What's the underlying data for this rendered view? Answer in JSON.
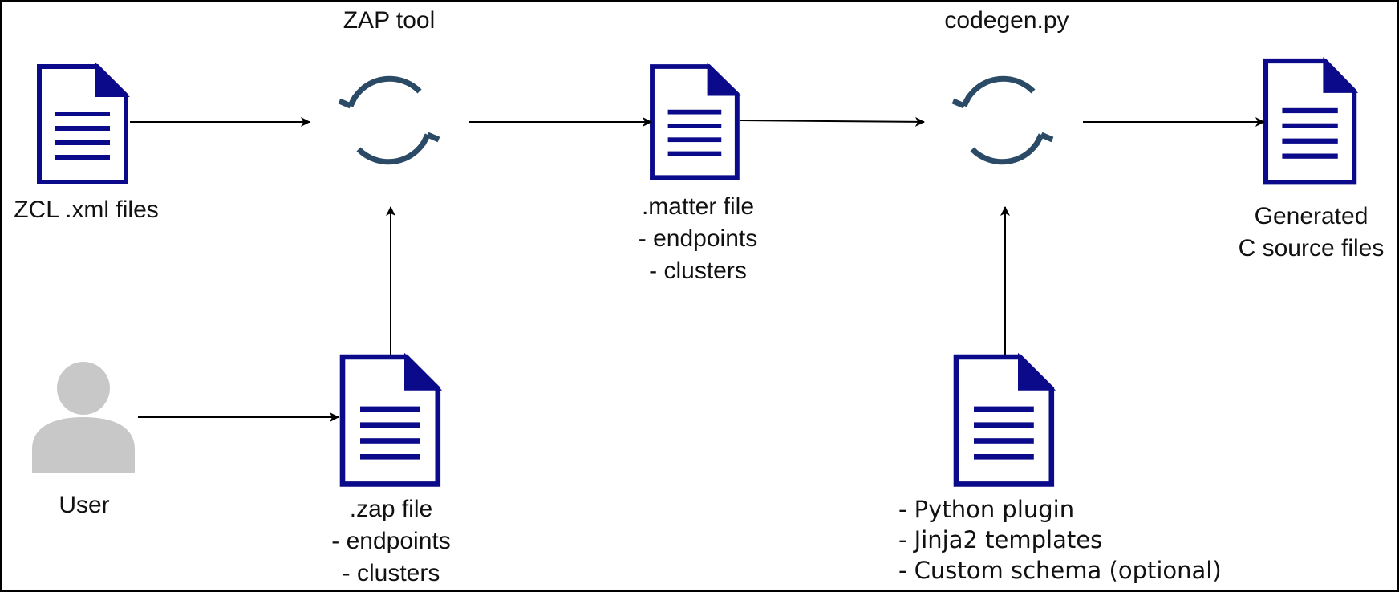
{
  "diagram": {
    "processes": {
      "zap_tool": {
        "label": "ZAP tool",
        "icon": "sync-icon"
      },
      "codegen": {
        "label": "codegen.py",
        "icon": "sync-icon"
      }
    },
    "files": {
      "zcl_xml": {
        "label": "ZCL .xml files",
        "icon": "document-icon"
      },
      "matter_file": {
        "label": ".matter file\n- endpoints\n- clusters",
        "icon": "document-icon"
      },
      "generated": {
        "label": "Generated\nC source files",
        "icon": "document-icon"
      },
      "zap_file": {
        "label": ".zap file\n- endpoints\n- clusters",
        "icon": "document-icon"
      },
      "codegen_inputs": {
        "label": "- Python plugin\n- Jinja2 templates\n- Custom schema (optional)",
        "icon": "document-icon"
      }
    },
    "actor": {
      "label": "User",
      "icon": "user-icon"
    },
    "colors": {
      "document": "#0a0a8a",
      "sync": "#2b4a66",
      "user": "#c8c8c8",
      "arrow": "#000000"
    }
  }
}
